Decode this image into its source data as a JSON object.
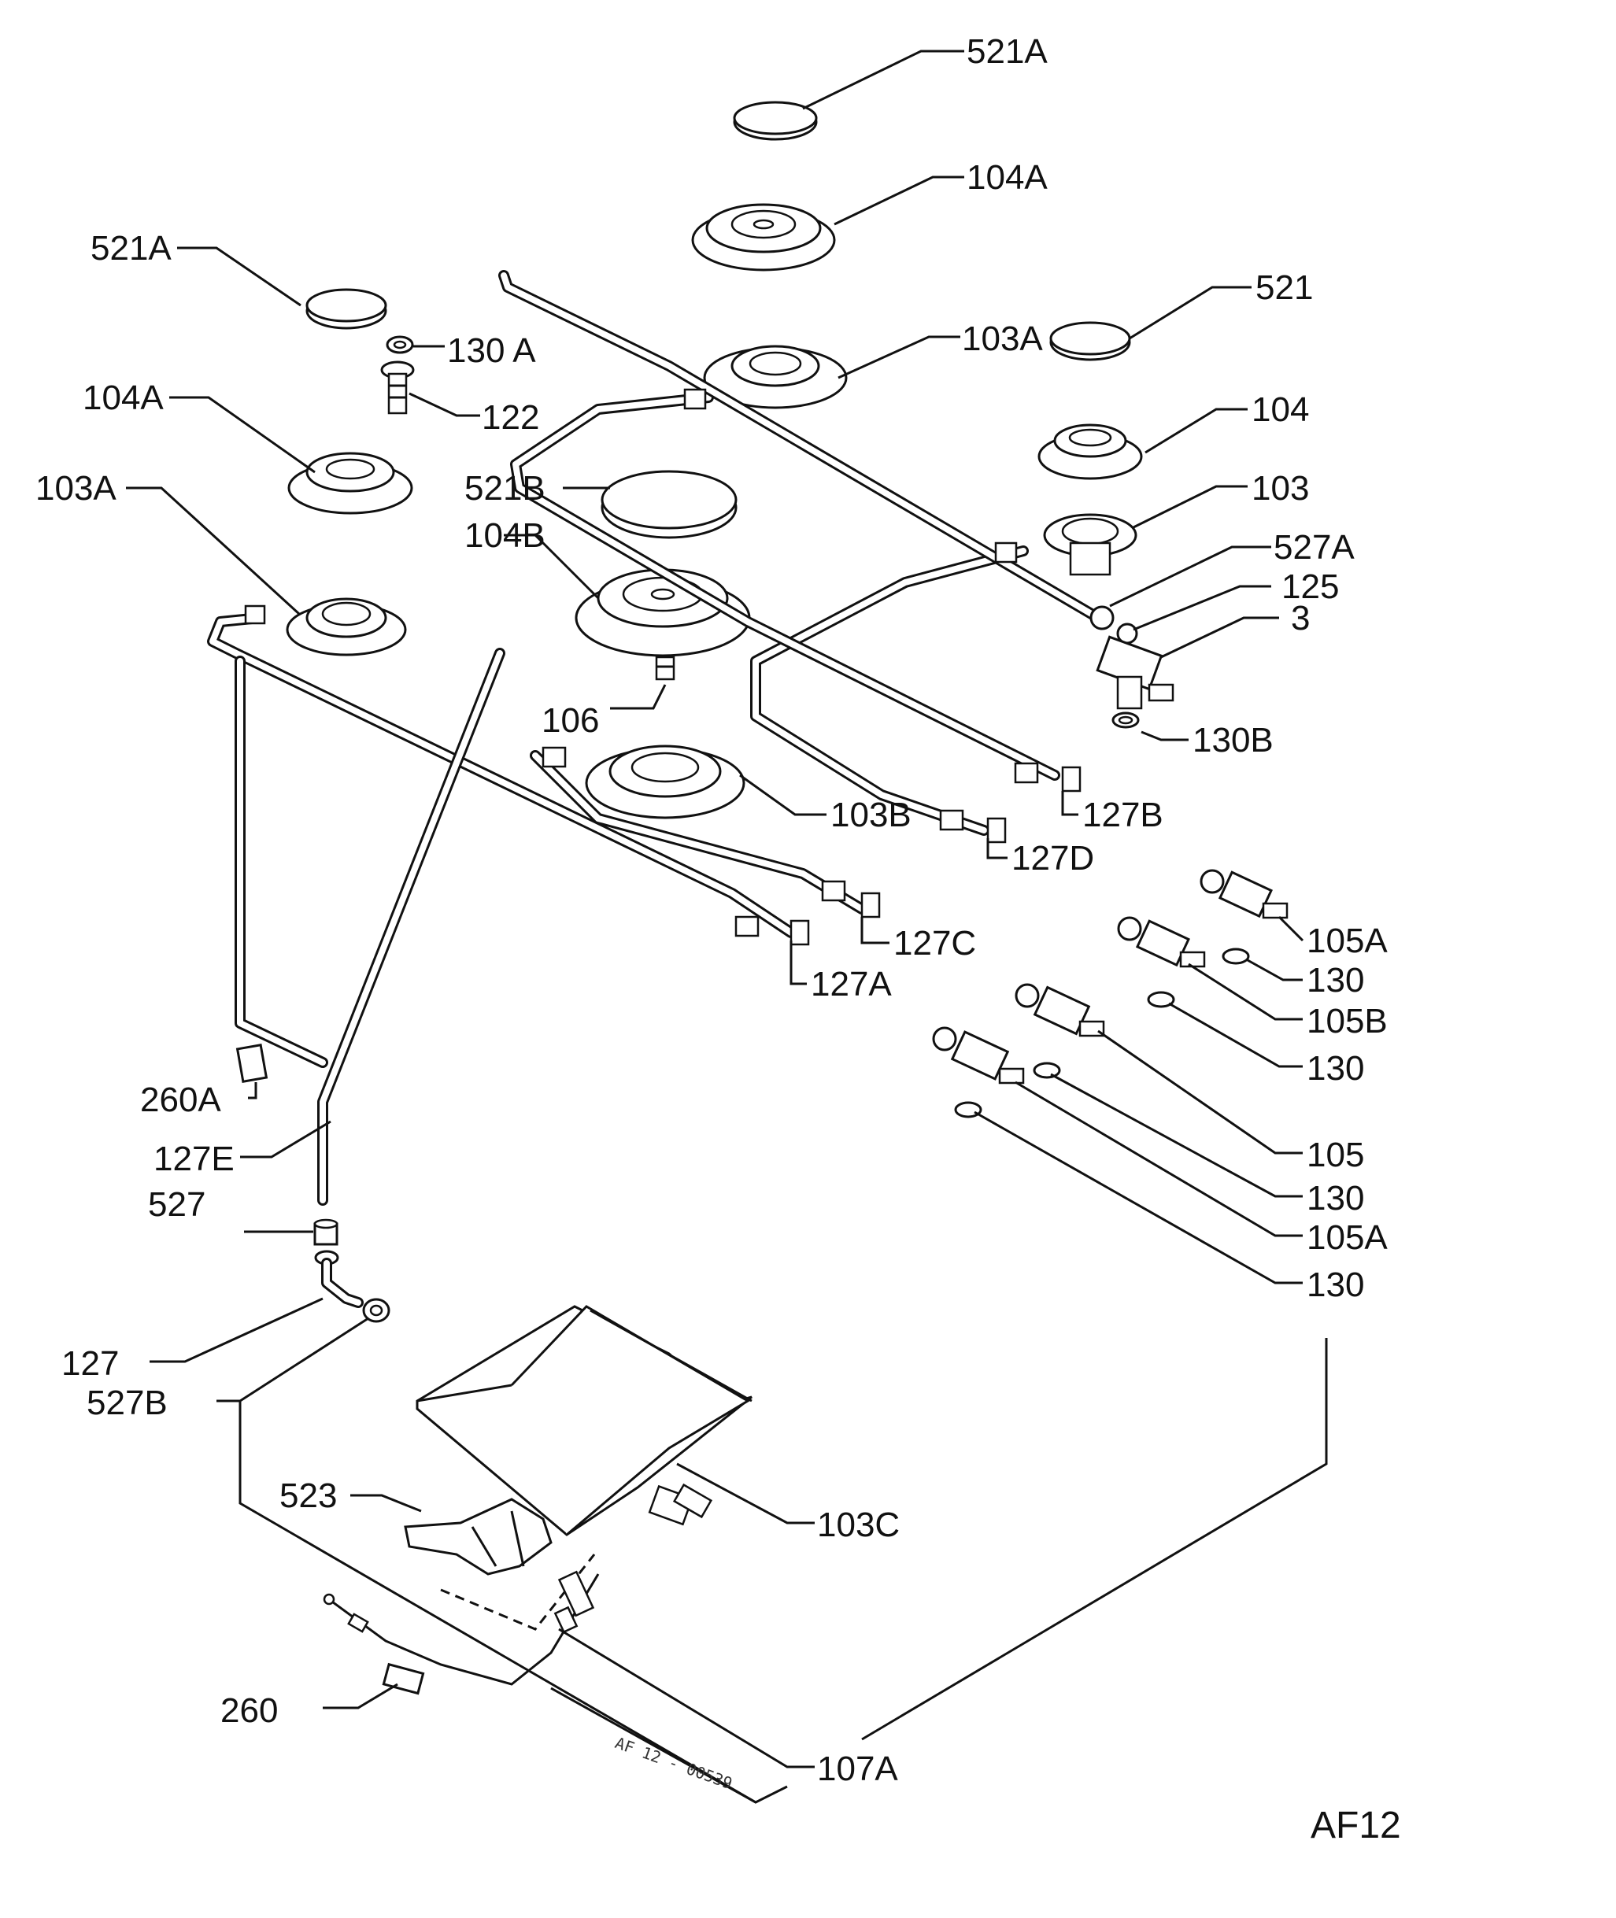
{
  "labels": {
    "l521a_top": "521A",
    "l104a_top": "104A",
    "l521a_left": "521A",
    "l130a": "130 A",
    "l521": "521",
    "l103a_mid": "103A",
    "l104a_left": "104A",
    "l122": "122",
    "l104": "104",
    "l521b": "521B",
    "l103a_left": "103A",
    "l103": "103",
    "l104b": "104B",
    "l527a": "527A",
    "l125": "125",
    "l3": "3",
    "l106": "106",
    "l130b": "130B",
    "l103b": "103B",
    "l127b": "127B",
    "l127d": "127D",
    "l105a_top": "105A",
    "l127c": "127C",
    "l130_1": "130",
    "l127a": "127A",
    "l105b": "105B",
    "l130_2": "130",
    "l260a": "260A",
    "l105": "105",
    "l127e": "127E",
    "l130_3": "130",
    "l527": "527",
    "l105a_bot": "105A",
    "l130_4": "130",
    "l127": "127",
    "l527b": "527B",
    "l523": "523",
    "l103c": "103C",
    "l260": "260",
    "l107a": "107A"
  },
  "drawing_stamp": "AF 12 - 00539",
  "page_code": "AF12"
}
